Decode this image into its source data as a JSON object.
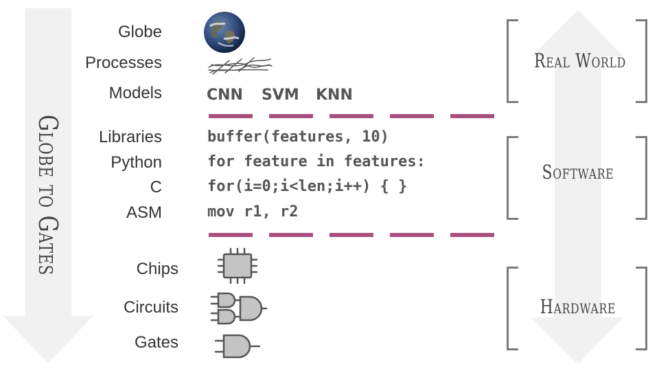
{
  "vertical_title": "Globe to Gates",
  "labels": {
    "globe": "Globe",
    "processes": "Processes",
    "models": "Models",
    "libraries": "Libraries",
    "python": "Python",
    "c": "C",
    "asm": "ASM",
    "chips": "Chips",
    "circuits": "Circuits",
    "gates": "Gates"
  },
  "models": [
    "CNN",
    "SVM",
    "KNN"
  ],
  "code_lines": {
    "libraries": "buffer(features, 10)",
    "python": "for feature in features:",
    "c": "for(i=0;i<len;i++) { }",
    "asm": "mov r1, r2"
  },
  "tiers": {
    "real_world": "Real World",
    "software": "Software",
    "hardware": "Hardware"
  },
  "icons": [
    "globe-icon",
    "scribble-icon",
    "chip-icon",
    "circuit-icon",
    "and-gate-icon"
  ],
  "colors": {
    "divider": "#a8507f",
    "arrow": "#f1f1f1",
    "text": "#333333",
    "code": "#555555",
    "bracket": "#7a7a7a",
    "icon_fill": "#c4c4c4"
  }
}
